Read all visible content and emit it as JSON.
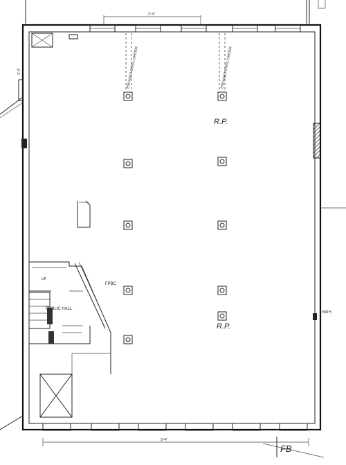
{
  "labels": {
    "rp_upper": "R.P.",
    "rp_lower": "R.P.",
    "fb": "FB",
    "fpbc": "FPBC",
    "public_hall": "PUBLIC HALL",
    "bath": "BATH.",
    "column_note_left": "ENCASED STEEL GIRDER",
    "column_note_right": "ENCASED STEEL GIRDER",
    "stair_note": "UP",
    "dim_top": "3'-4\"",
    "dim_bottom": "3'-4\"",
    "dim_left": "3'-4\""
  },
  "colors": {
    "ink": "#111111",
    "hatch": "#333333",
    "paper": "#ffffff"
  }
}
